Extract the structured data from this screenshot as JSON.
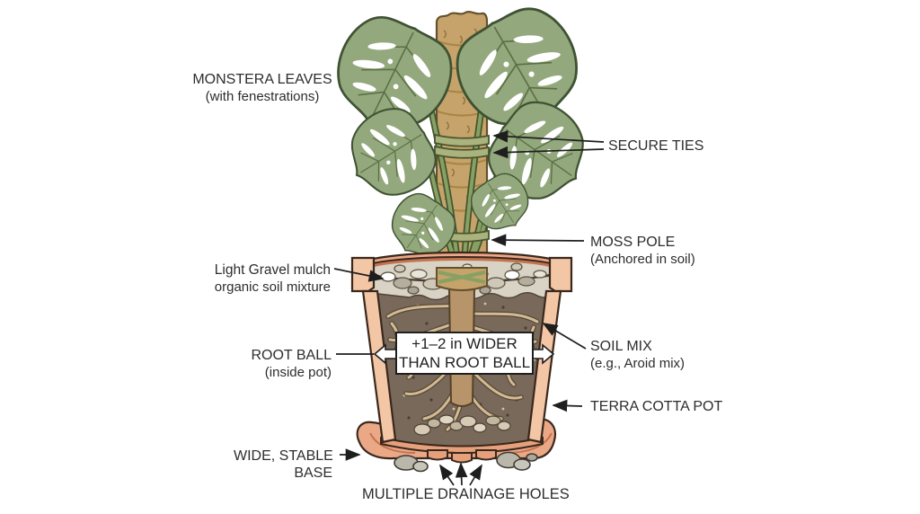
{
  "diagram": {
    "subject": "Monstera plant potted with moss pole – anatomy diagram",
    "labels": {
      "monstera_leaves": {
        "title": "MONSTERA LEAVES",
        "subtitle": "(with fenestrations)"
      },
      "secure_ties": {
        "title": "SECURE TIES"
      },
      "moss_pole": {
        "title": "MOSS POLE",
        "subtitle": "(Anchored in soil)"
      },
      "gravel_mulch": {
        "title": "Light Gravel mulch",
        "subtitle": "organic soil mixture"
      },
      "root_ball": {
        "title": "ROOT BALL",
        "subtitle": "(inside pot)"
      },
      "wider_note": {
        "title": "+1–2 in WIDER",
        "subtitle": "THAN ROOT BALL"
      },
      "soil_mix": {
        "title": "SOIL MIX",
        "subtitle": "(e.g., Aroid mix)"
      },
      "terra_cotta_pot": {
        "title": "TERRA COTTA POT"
      },
      "wide_stable_base": {
        "title": "WIDE, STABLE",
        "subtitle": "BASE"
      },
      "drainage_holes": {
        "title": "MULTIPLE DRAINAGE HOLES"
      }
    },
    "colors": {
      "leaf_green": "#93a87c",
      "leaf_outline": "#3e5233",
      "vine_green": "#86a163",
      "pole_tan": "#c6a36b",
      "pot_salmon": "#eba887",
      "pot_cut_face": "#f3c6a5",
      "pot_inner_dark": "#c4734f",
      "soil_brown": "#79695b",
      "root_tan": "#d2ba92",
      "gravel_gray": "#d9d3c5",
      "label_text": "#2d2d2d"
    }
  }
}
